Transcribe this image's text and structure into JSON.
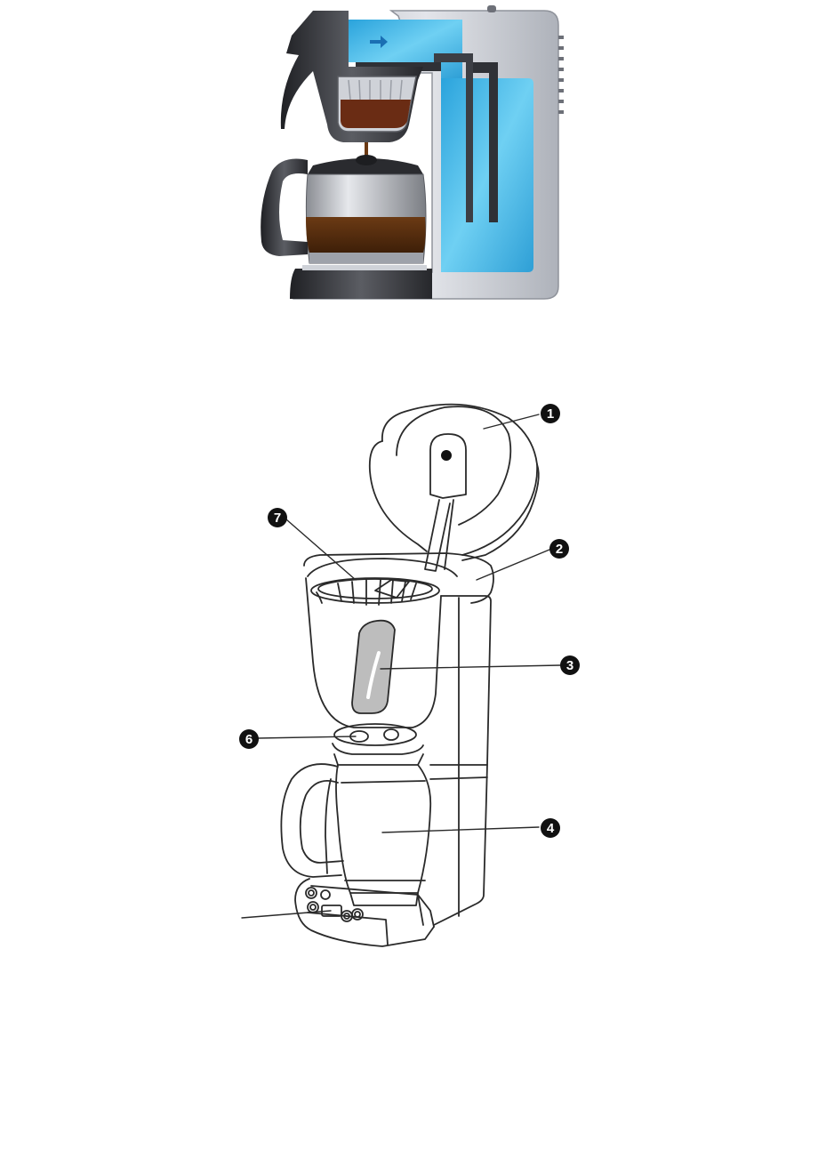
{
  "callouts": [
    {
      "label": "1",
      "part": "lid"
    },
    {
      "label": "2",
      "part": "water-reservoir-opening"
    },
    {
      "label": "3",
      "part": "water-level-window"
    },
    {
      "label": "4",
      "part": "carafe"
    },
    {
      "label": "6",
      "part": "brew-pause-valve"
    },
    {
      "label": "7",
      "part": "filter-basket"
    },
    {
      "label": "",
      "part": "control-panel"
    }
  ],
  "colors": {
    "water": "#3ab4e6",
    "coffee": "#5a2e0e",
    "housing": "#c9ccd3",
    "dark_plastic": "#2e2f33",
    "line_art": "#2a2a2a"
  }
}
